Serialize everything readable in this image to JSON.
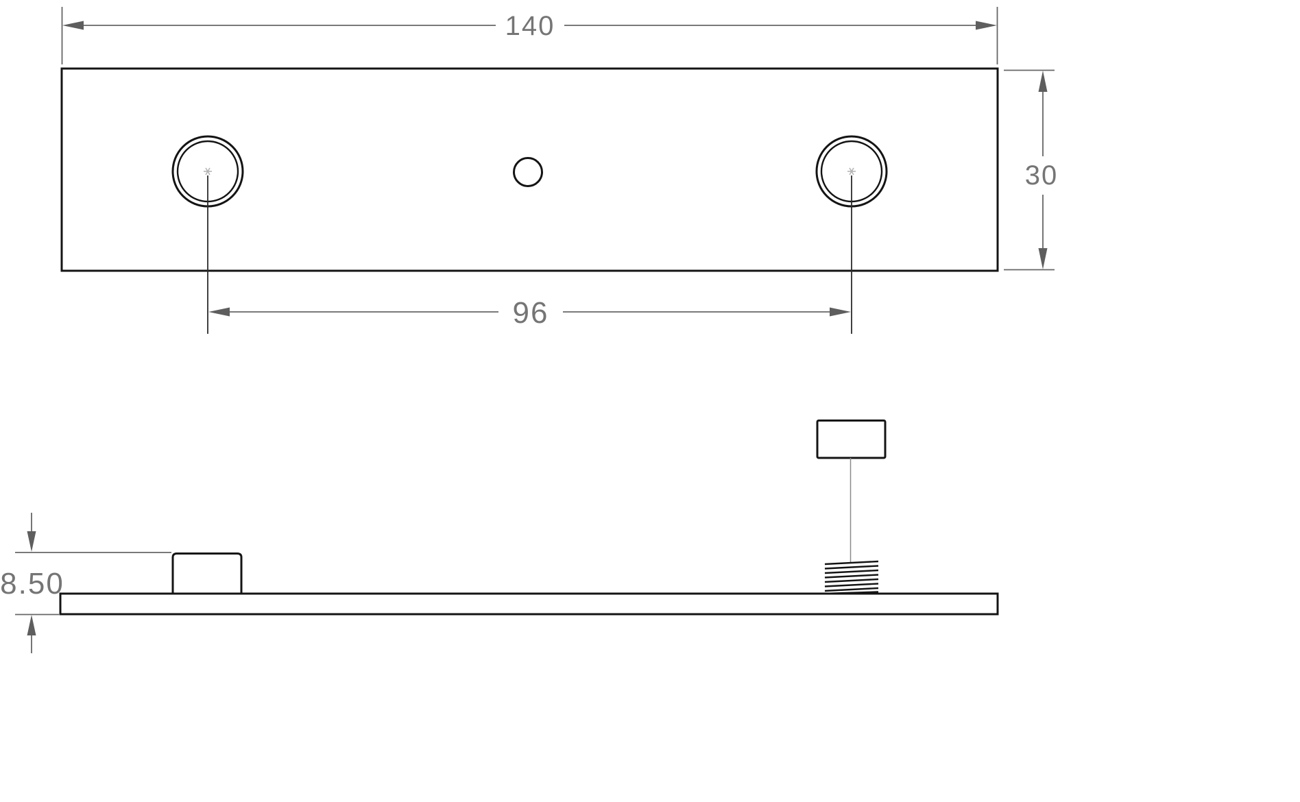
{
  "dimensions": {
    "overall_width": "140",
    "plate_height": "30",
    "hole_spacing": "96",
    "assembly_height": "8.50"
  },
  "colors": {
    "background": "#ffffff",
    "part_outline": "#141414",
    "dimension_lines": "#666666",
    "dimension_text": "#757575",
    "center_mark": "#b5b5b5"
  }
}
